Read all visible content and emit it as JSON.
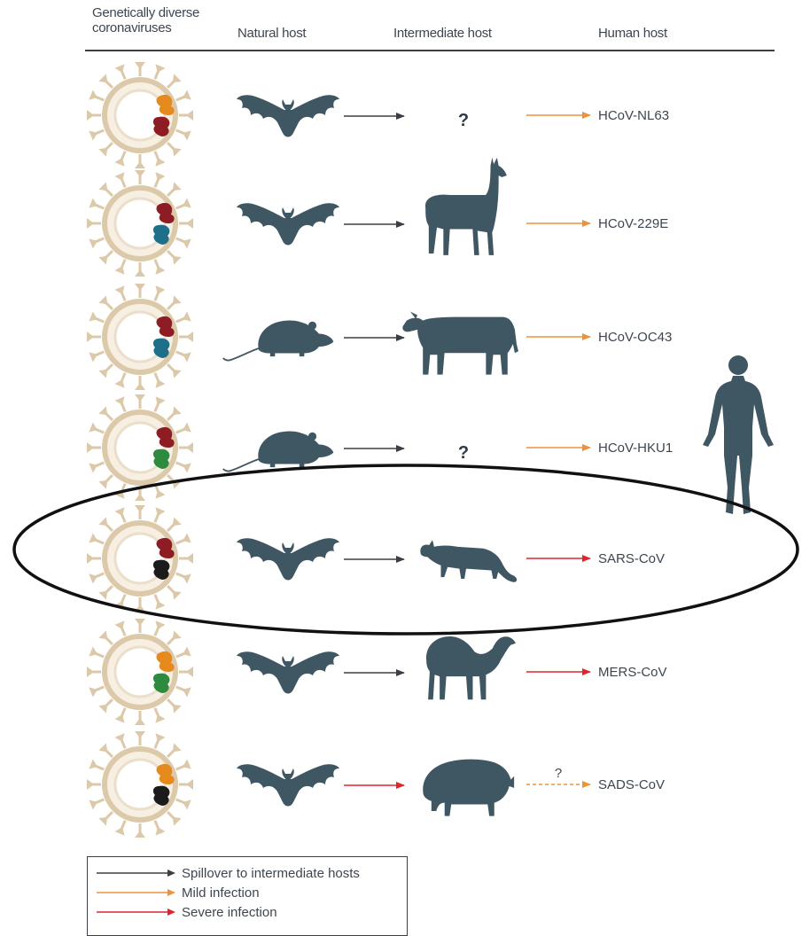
{
  "header": {
    "col1_line1": "Genetically diverse",
    "col1_line2": "coronaviruses",
    "col2": "Natural host",
    "col3": "Intermediate host",
    "col4": "Human host"
  },
  "colors": {
    "silhouette": "#3f5663",
    "virus_ring": "#dcc9a9",
    "spillover_arrow": "#3a3f45",
    "mild_arrow": "#f0913a",
    "severe_arrow": "#e3232b",
    "gene_orange": "#e78a1e",
    "gene_darkred": "#8e1c24",
    "gene_blue": "#1f6f8b",
    "gene_green": "#2e8a3e",
    "gene_black": "#1b1b1b"
  },
  "rows": [
    {
      "virus": "HCoV-NL63",
      "natural_host": "bat",
      "intermediate_host": "?",
      "infection": "mild",
      "genes": [
        "orange",
        "darkred"
      ]
    },
    {
      "virus": "HCoV-229E",
      "natural_host": "bat",
      "intermediate_host": "alpaca",
      "infection": "mild",
      "genes": [
        "darkred",
        "blue"
      ]
    },
    {
      "virus": "HCoV-OC43",
      "natural_host": "rodent",
      "intermediate_host": "cattle",
      "infection": "mild",
      "genes": [
        "darkred",
        "blue"
      ]
    },
    {
      "virus": "HCoV-HKU1",
      "natural_host": "rodent",
      "intermediate_host": "?",
      "infection": "mild",
      "genes": [
        "darkred",
        "green"
      ]
    },
    {
      "virus": "SARS-CoV",
      "natural_host": "bat",
      "intermediate_host": "civet",
      "infection": "severe",
      "genes": [
        "darkred",
        "black"
      ]
    },
    {
      "virus": "MERS-CoV",
      "natural_host": "bat",
      "intermediate_host": "camel",
      "infection": "severe",
      "genes": [
        "orange",
        "green"
      ]
    },
    {
      "virus": "SADS-CoV",
      "natural_host": "bat",
      "intermediate_host": "pig",
      "infection": "unknown",
      "human_arrow_label": "?",
      "genes": [
        "orange",
        "black"
      ]
    }
  ],
  "legend": {
    "spillover": "Spillover to intermediate hosts",
    "mild": "Mild infection",
    "severe": "Severe infection"
  }
}
